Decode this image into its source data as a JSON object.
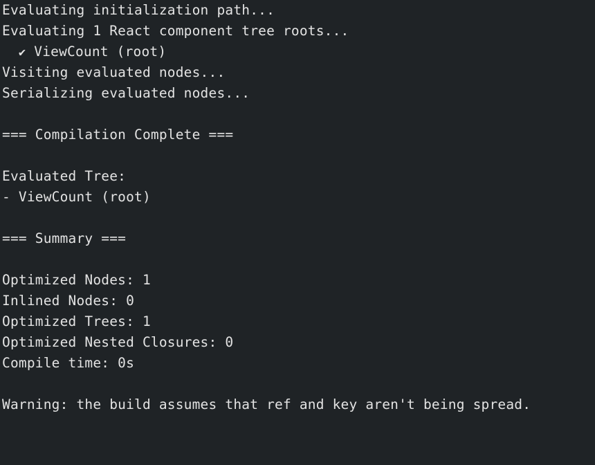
{
  "terminal": {
    "background": "#1f2326",
    "foreground": "#e3e3e3",
    "lines": [
      {
        "text": "Evaluating initialization path..."
      },
      {
        "text": "Evaluating 1 React component tree roots..."
      },
      {
        "prefix": "  ",
        "icon": "✔",
        "text": " ViewCount (root)"
      },
      {
        "text": "Visiting evaluated nodes..."
      },
      {
        "text": "Serializing evaluated nodes..."
      },
      {
        "text": ""
      },
      {
        "text": "=== Compilation Complete ==="
      },
      {
        "text": ""
      },
      {
        "text": "Evaluated Tree:"
      },
      {
        "text": "- ViewCount (root)"
      },
      {
        "text": ""
      },
      {
        "text": "=== Summary ==="
      },
      {
        "text": ""
      },
      {
        "text": "Optimized Nodes: 1"
      },
      {
        "text": "Inlined Nodes: 0"
      },
      {
        "text": "Optimized Trees: 1"
      },
      {
        "text": "Optimized Nested Closures: 0"
      },
      {
        "text": "Compile time: 0s"
      },
      {
        "text": ""
      },
      {
        "text": "Warning: the build assumes that ref and key aren't being spread."
      }
    ]
  }
}
